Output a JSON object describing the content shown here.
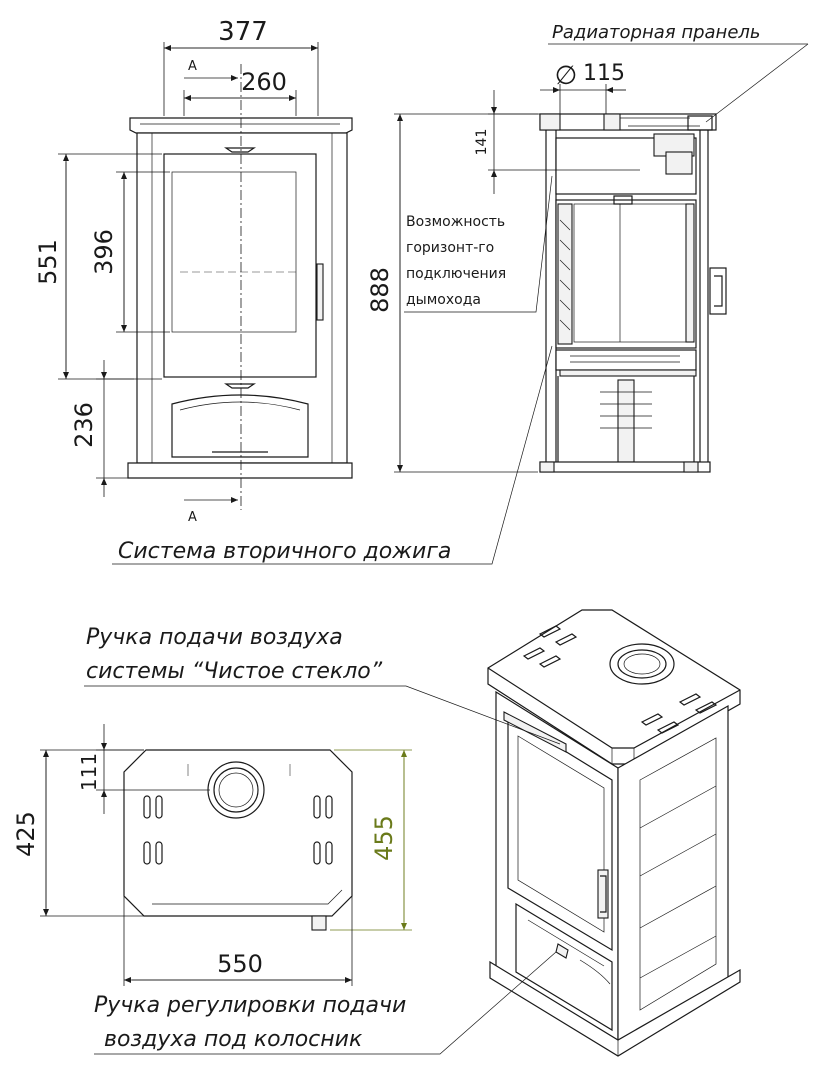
{
  "dimensions": {
    "front_width": "377",
    "door_width": "260",
    "front_height_551": "551",
    "glass_height": "396",
    "bottom_height": "236",
    "total_height": "888",
    "flue_offset": "141",
    "flue_diameter": "115",
    "plan_flue_offset": "111",
    "plan_depth": "425",
    "plan_depth_455": "455",
    "plan_width": "550"
  },
  "section_marks": {
    "top": "A",
    "bottom": "A"
  },
  "labels": {
    "radiator_panel": "Радиаторная пранель",
    "horizontal_connection": [
      "Возможность",
      "горизонт-го",
      "подключения",
      "дымохода"
    ],
    "secondary_burn": "Система вторичного дожига",
    "air_handle_clean_glass": [
      "Ручка подачи воздуха",
      "системы “Чистое стекло”"
    ],
    "air_handle_grate": [
      "Ручка регулировки подачи",
      "воздуха под колосник"
    ]
  },
  "symbols": {
    "diameter": "∅"
  },
  "colors": {
    "ink": "#1a1a1a",
    "accent_dimension": "#6a7a1a"
  }
}
